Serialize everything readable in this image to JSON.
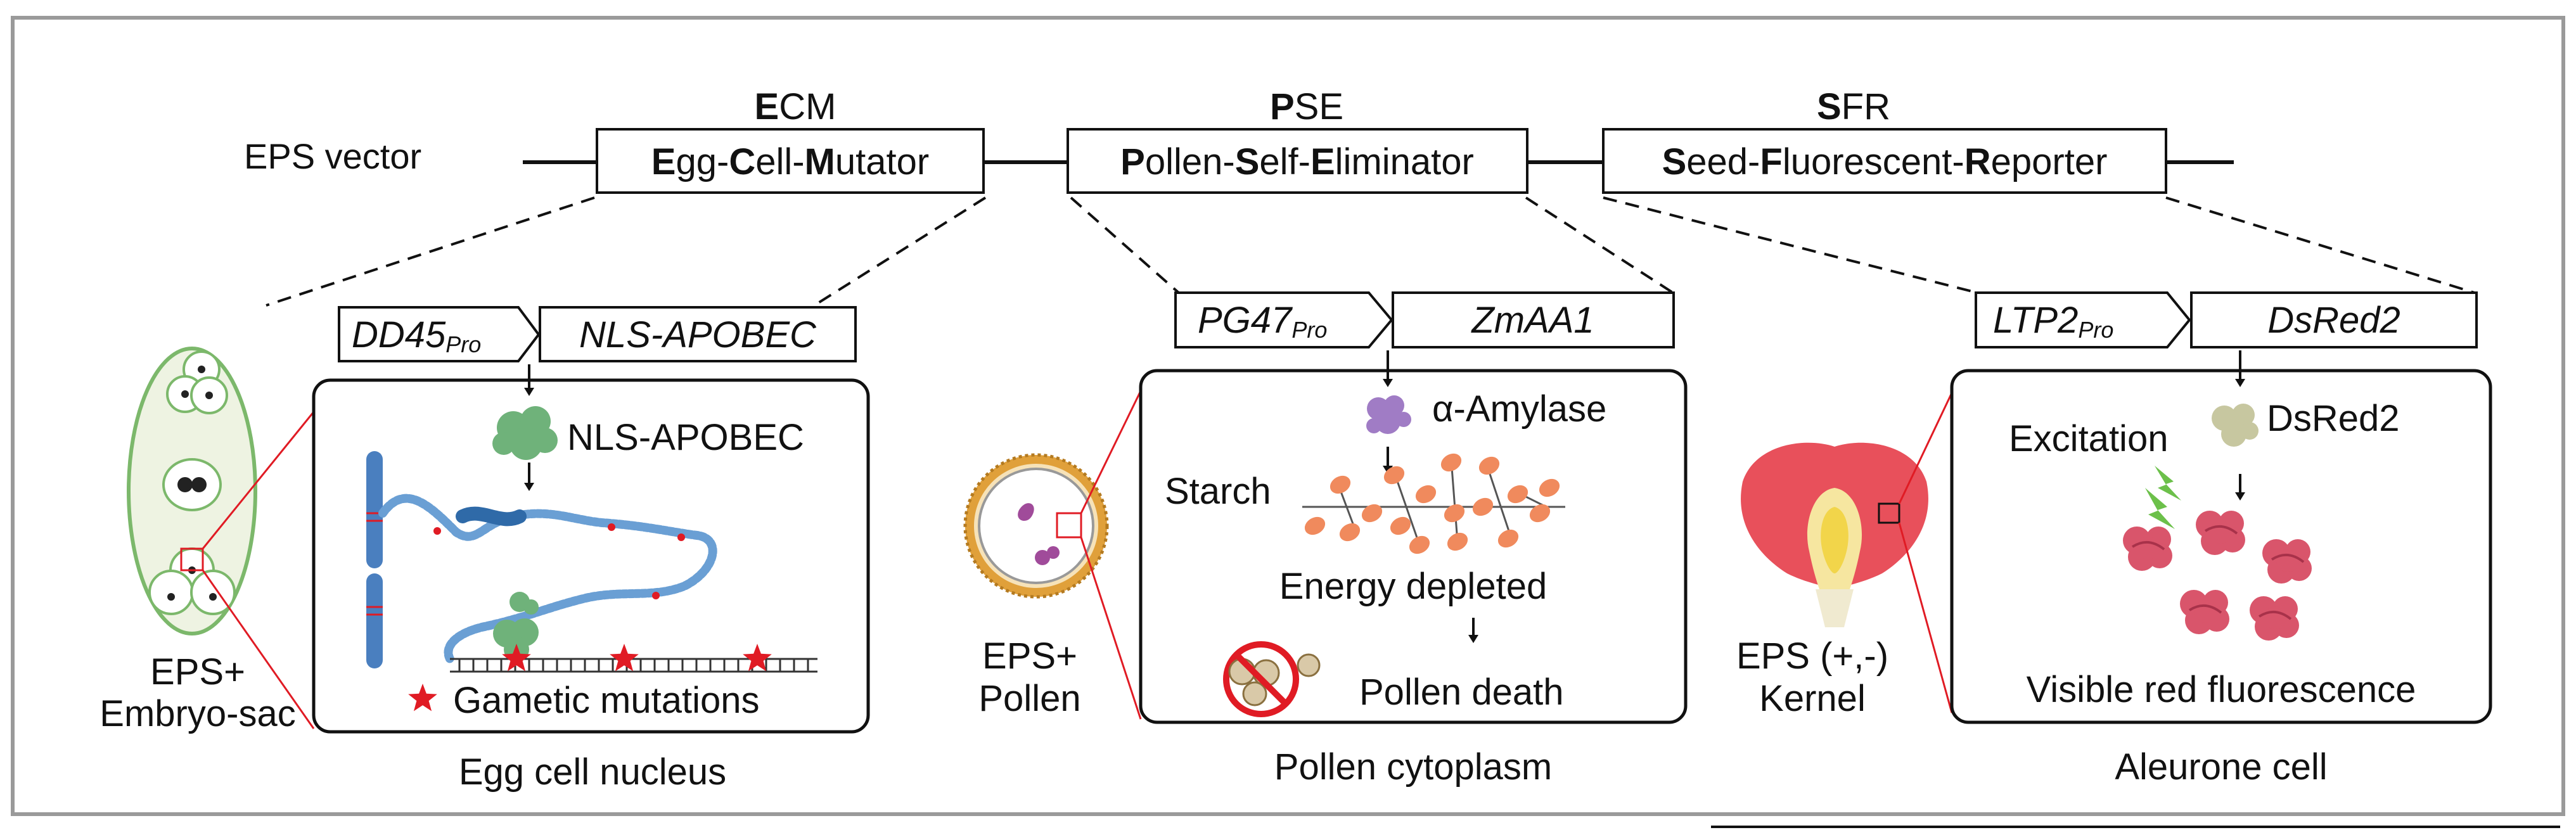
{
  "vector": {
    "label": "EPS vector",
    "modules": [
      {
        "abbr_bold": "E",
        "abbr_rest": "CM",
        "name": [
          [
            "E",
            true
          ],
          [
            "gg-",
            false
          ],
          [
            "C",
            true
          ],
          [
            "ell-",
            false
          ],
          [
            "M",
            true
          ],
          [
            "utator",
            false
          ]
        ]
      },
      {
        "abbr_bold": "P",
        "abbr_rest": "SE",
        "name": [
          [
            "P",
            true
          ],
          [
            "ollen-",
            false
          ],
          [
            "S",
            true
          ],
          [
            "elf-",
            false
          ],
          [
            "E",
            true
          ],
          [
            "liminator",
            false
          ]
        ]
      },
      {
        "abbr_bold": "S",
        "abbr_rest": "FR",
        "name": [
          [
            "S",
            true
          ],
          [
            "eed-",
            false
          ],
          [
            "F",
            true
          ],
          [
            "luorescent-",
            false
          ],
          [
            "R",
            true
          ],
          [
            "eporter",
            false
          ]
        ]
      }
    ]
  },
  "ecm": {
    "promoter": "DD45",
    "promoter_sub": "Pro",
    "gene": "NLS-APOBEC",
    "protein": "NLS-APOBEC",
    "legend": "Gametic mutations",
    "left_label": [
      "EPS+",
      "Embryo-sac"
    ],
    "caption": "Egg cell nucleus"
  },
  "pse": {
    "promoter": "PG47",
    "promoter_sub": "Pro",
    "gene": "ZmAA1",
    "enzyme": "α-Amylase",
    "substrate": "Starch",
    "energy": "Energy depleted",
    "death": "Pollen death",
    "left_label": [
      "EPS+",
      "Pollen"
    ],
    "caption": "Pollen cytoplasm"
  },
  "sfr": {
    "promoter": "LTP2",
    "promoter_sub": "Pro",
    "gene": "DsRed2",
    "excitation": "Excitation",
    "protein": "DsRed2",
    "result": "Visible red fluorescence",
    "left_label": [
      "EPS (+,-)",
      "Kernel"
    ],
    "caption": "Aleurone cell"
  },
  "colors": {
    "apobec_green": "#6fb27a",
    "chromosome_blue": "#4a7fbf",
    "mutation_red": "#e01b24",
    "starch_orange": "#f08a5d",
    "amylase_purple": "#a07cc5",
    "dsred_pink": "#d9556b",
    "kernel_red": "#e8505b",
    "pollen_gold": "#e0a03a"
  }
}
